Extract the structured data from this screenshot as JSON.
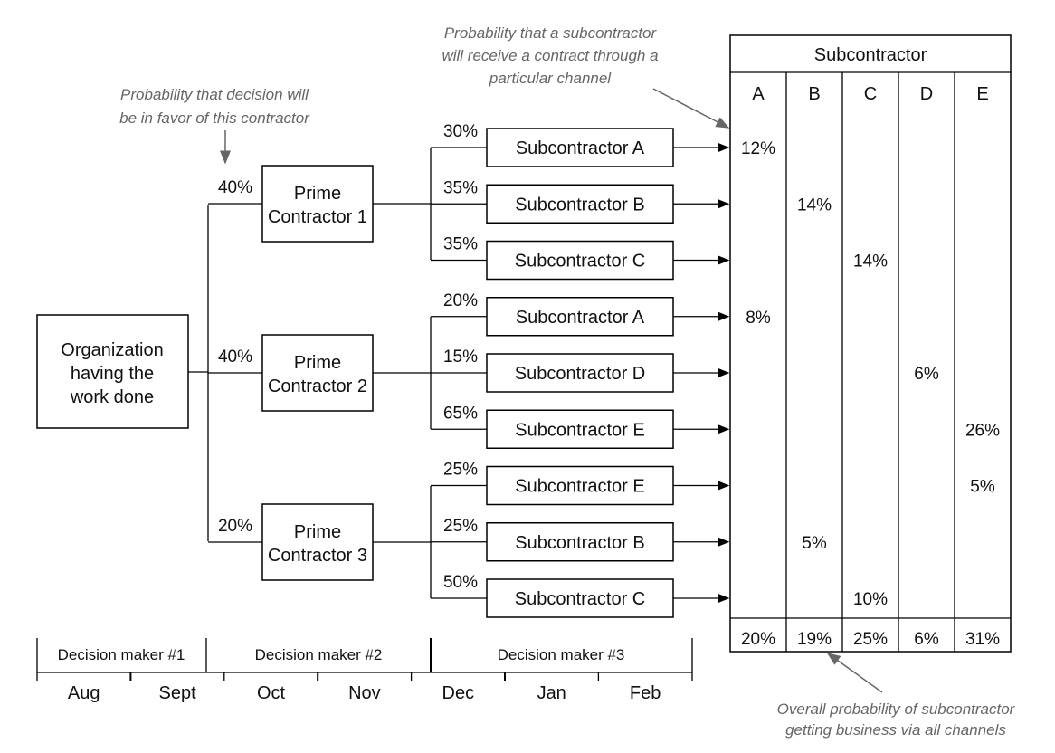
{
  "organization": [
    "Organization",
    "having the",
    "work done"
  ],
  "primes": [
    {
      "label": [
        "Prime",
        "Contractor 1"
      ],
      "probability": "40%"
    },
    {
      "label": [
        "Prime",
        "Contractor 2"
      ],
      "probability": "40%"
    },
    {
      "label": [
        "Prime",
        "Contractor 3"
      ],
      "probability": "20%"
    }
  ],
  "subs": [
    {
      "label": "Subcontractor A",
      "probability": "30%",
      "column": 0,
      "result": "12%"
    },
    {
      "label": "Subcontractor B",
      "probability": "35%",
      "column": 1,
      "result": "14%"
    },
    {
      "label": "Subcontractor C",
      "probability": "35%",
      "column": 2,
      "result": "14%"
    },
    {
      "label": "Subcontractor A",
      "probability": "20%",
      "column": 0,
      "result": "8%"
    },
    {
      "label": "Subcontractor D",
      "probability": "15%",
      "column": 3,
      "result": "6%"
    },
    {
      "label": "Subcontractor E",
      "probability": "65%",
      "column": 4,
      "result": "26%"
    },
    {
      "label": "Subcontractor E",
      "probability": "25%",
      "column": 4,
      "result": "5%"
    },
    {
      "label": "Subcontractor B",
      "probability": "25%",
      "column": 1,
      "result": "5%"
    },
    {
      "label": "Subcontractor C",
      "probability": "50%",
      "column": 2,
      "result": "10%"
    }
  ],
  "table": {
    "title": "Subcontractor",
    "columns": [
      "A",
      "B",
      "C",
      "D",
      "E"
    ],
    "totals": [
      "20%",
      "19%",
      "25%",
      "6%",
      "31%"
    ]
  },
  "annotations": {
    "decision": [
      "Probability that decision will",
      "be in favor of this contractor"
    ],
    "channel": [
      "Probability that a subcontractor",
      "will receive a contract through a",
      "particular channel"
    ],
    "overall": [
      "Overall probability of subcontractor",
      "getting business via all channels"
    ]
  },
  "timeline": {
    "decision_makers": [
      "Decision maker #1",
      "Decision maker #2",
      "Decision maker #3"
    ],
    "months": [
      "Aug",
      "Sept",
      "Oct",
      "Nov",
      "Dec",
      "Jan",
      "Feb"
    ]
  }
}
